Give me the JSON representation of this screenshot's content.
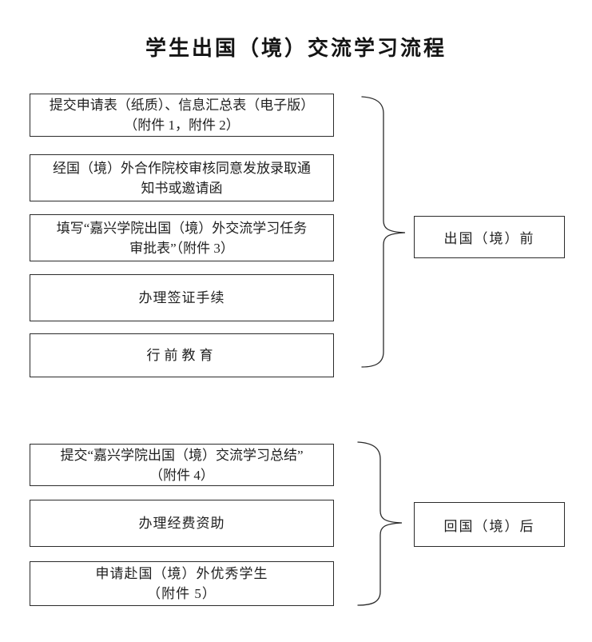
{
  "title": "学生出国（境）交流学习流程",
  "flow": {
    "groups": [
      {
        "label": "出国（境）前",
        "steps": [
          {
            "lines": [
              "提交申请表（纸质）、信息汇总表（电子版）",
              "（附件 1，附件 2）"
            ]
          },
          {
            "lines": [
              "经国（境）外合作院校审核同意发放录取通",
              "知书或邀请函"
            ]
          },
          {
            "lines": [
              "填写“嘉兴学院出国（境）外交流学习任务",
              "审批表”（附件 3）"
            ]
          },
          {
            "lines": [
              "办理签证手续"
            ]
          },
          {
            "lines": [
              "行前教育"
            ]
          }
        ]
      },
      {
        "label": "回国（境）后",
        "steps": [
          {
            "lines": [
              "提交“嘉兴学院出国（境）交流学习总结”",
              "（附件 4）"
            ]
          },
          {
            "lines": [
              "办理经费资助"
            ]
          },
          {
            "lines": [
              "申请赴国（境）外优秀学生",
              "（附件 5）"
            ]
          }
        ]
      }
    ]
  }
}
